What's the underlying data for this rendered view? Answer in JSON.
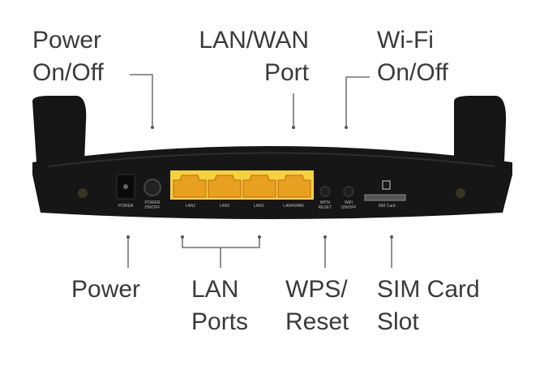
{
  "callouts_top": {
    "power_onoff": [
      "Power",
      "On/Off"
    ],
    "lan_wan": [
      "LAN/WAN",
      "Port"
    ],
    "wifi_onoff": [
      "Wi-Fi",
      "On/Off"
    ]
  },
  "callouts_bottom": {
    "power": "Power",
    "lan_ports": [
      "LAN",
      "Ports"
    ],
    "wps_reset": [
      "WPS/",
      "Reset"
    ],
    "sim_slot": [
      "SIM Card",
      "Slot"
    ]
  },
  "panel_labels": {
    "power": "POWER",
    "power_onoff": [
      "POWER",
      "ON/OFF"
    ],
    "lan1": "LAN1",
    "lan2": "LAN2",
    "lan3": "LAN3",
    "lan4": "LAN4/WAN",
    "wps": [
      "WPS/",
      "RESET"
    ],
    "wifi": [
      "WiFi",
      "ON/OFF"
    ],
    "sim": "SIM Card"
  },
  "colors": {
    "port": "#e8a020",
    "panel": "#f3d23a",
    "body": "#141414",
    "text": "#3a3a3a"
  }
}
